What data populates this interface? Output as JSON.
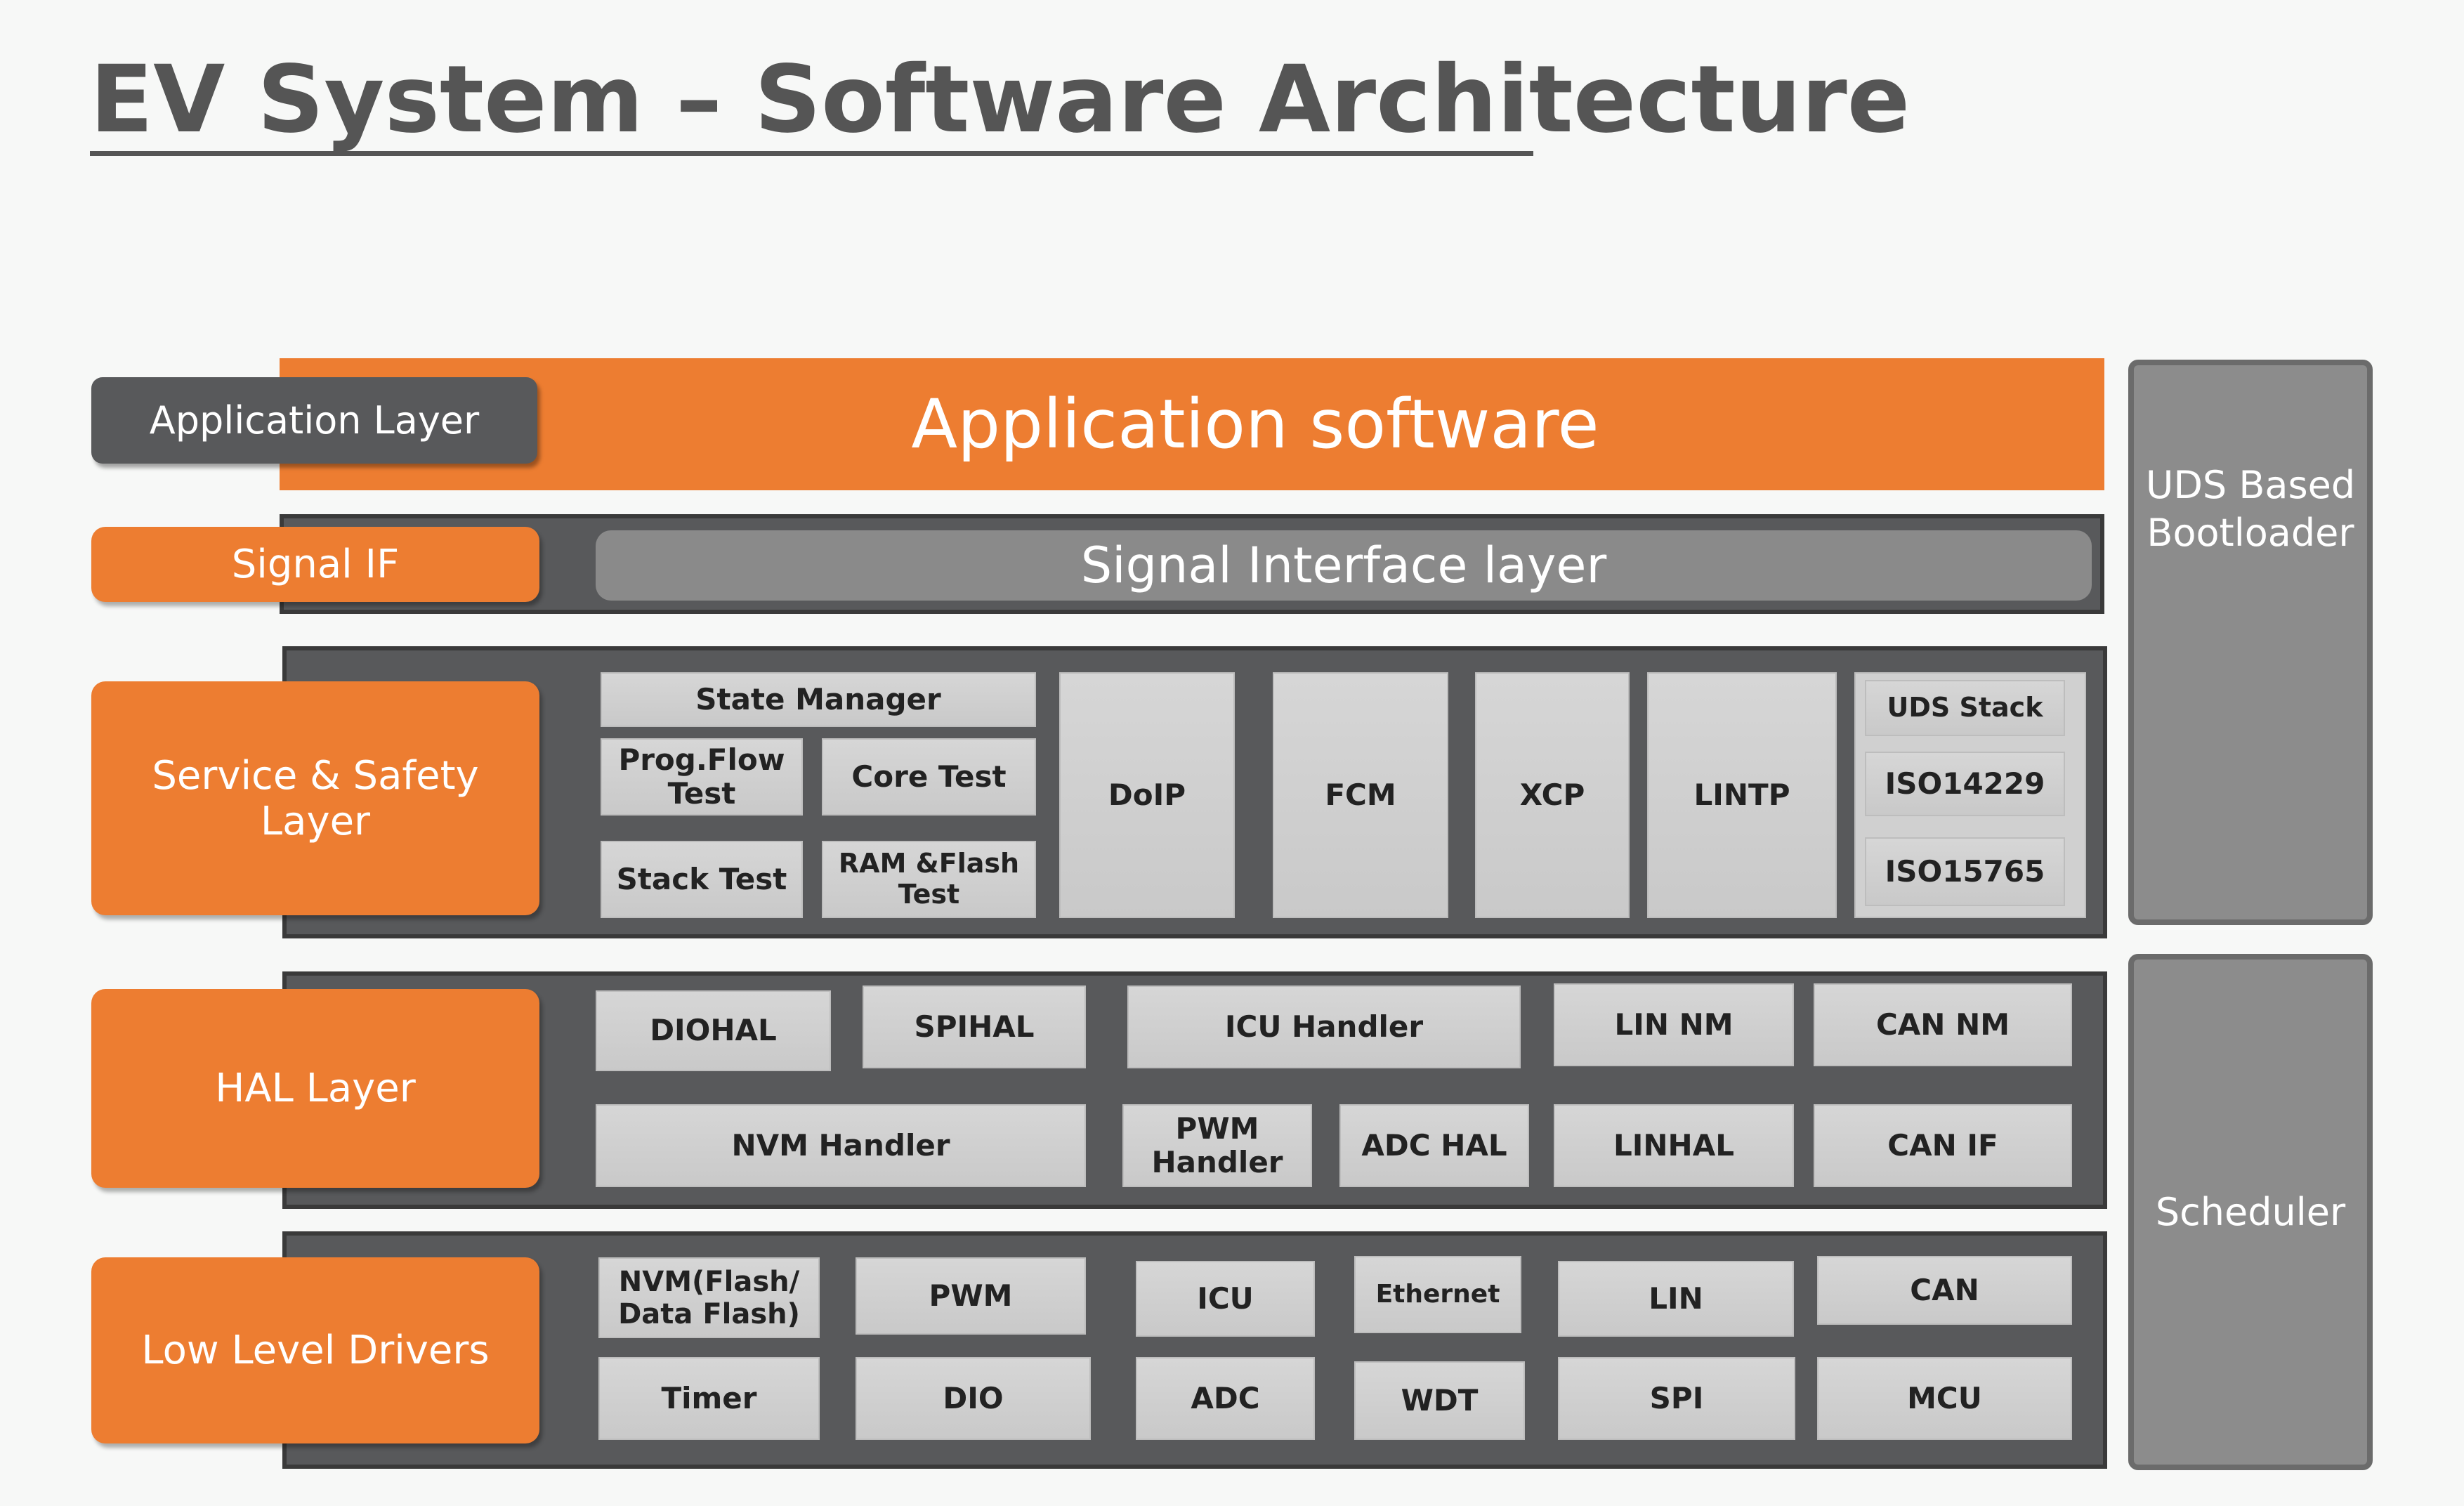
{
  "title": "EV System – Software Architecture",
  "layers": {
    "application": {
      "label": "Application Layer",
      "content": "Application software"
    },
    "signal_if": {
      "label": "Signal IF",
      "content": "Signal Interface layer"
    },
    "service": {
      "label": "Service & Safety Layer"
    },
    "hal": {
      "label": "HAL Layer"
    },
    "lld": {
      "label": "Low Level Drivers"
    }
  },
  "service_modules": {
    "state_manager": "State Manager",
    "prog_flow_test": "Prog.Flow\nTest",
    "core_test": "Core Test",
    "stack_test": "Stack Test",
    "ram_flash_test": "RAM &Flash\nTest",
    "doip": "DoIP",
    "fcm": "FCM",
    "xcp": "XCP",
    "lintp": "LINTP",
    "uds_stack": "UDS Stack",
    "iso14229": "ISO14229",
    "iso15765": "ISO15765"
  },
  "hal_modules": {
    "diohal": "DIOHAL",
    "spihal": "SPIHAL",
    "icu_handler": "ICU Handler",
    "lin_nm": "LIN NM",
    "can_nm": "CAN NM",
    "nvm_handler": "NVM Handler",
    "pwm_handler": "PWM\nHandler",
    "adc_hal": "ADC HAL",
    "linhal": "LINHAL",
    "can_if": "CAN IF"
  },
  "lld_modules": {
    "nvm": "NVM(Flash/\nData Flash)",
    "pwm": "PWM",
    "icu": "ICU",
    "ethernet": "Ethernet",
    "lin": "LIN",
    "can": "CAN",
    "timer": "Timer",
    "dio": "DIO",
    "adc": "ADC",
    "wdt": "WDT",
    "spi": "SPI",
    "mcu": "MCU"
  },
  "side_blocks": {
    "bootloader": "UDS Based\nBootloader",
    "scheduler": "Scheduler"
  },
  "colors": {
    "accent_orange": "#ed7d31",
    "dark_gray": "#58595b",
    "module_gray": "#d0d0d0",
    "side_gray": "#8c8c8c"
  }
}
